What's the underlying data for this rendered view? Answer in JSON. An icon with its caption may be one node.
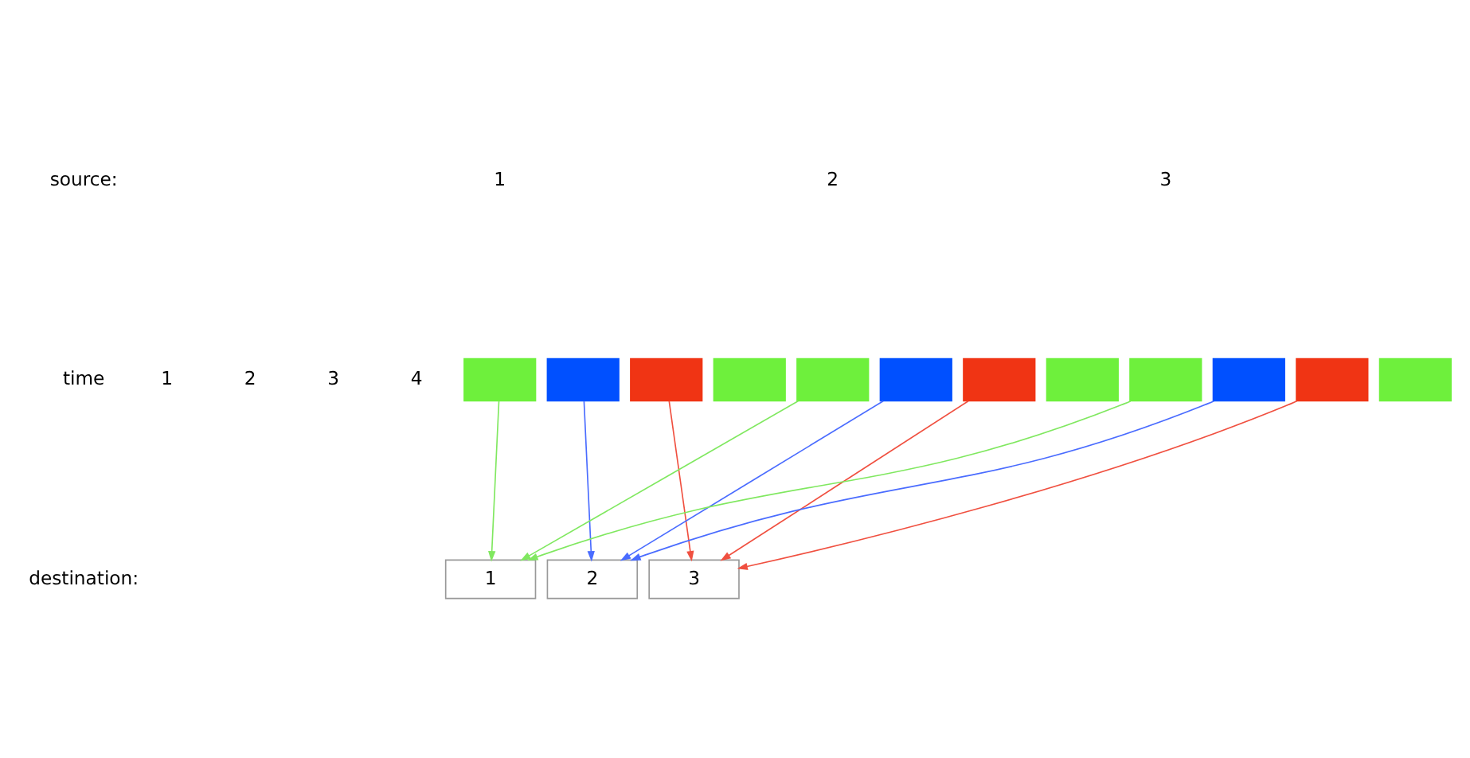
{
  "diagram": {
    "nodes": [
      {
        "text": [],
        "shape": "box"
      },
      {
        "text": [],
        "shape": "box"
      },
      {
        "text": [],
        "shape": "box"
      },
      {
        "text": [],
        "shape": "box"
      },
      {
        "text": [],
        "shape": "box"
      },
      {
        "text": [],
        "shape": "box"
      },
      {
        "text": [],
        "shape": "box"
      },
      {
        "text": [],
        "shape": "box"
      },
      {
        "text": [],
        "shape": "box"
      },
      {
        "text": [],
        "shape": "box"
      },
      {
        "text": [],
        "shape": "box"
      },
      {
        "text": [],
        "shape": "box"
      },
      {
        "text": [
          "1"
        ]
      },
      {
        "text": [
          "2"
        ]
      },
      {
        "text": [
          "3"
        ]
      }
    ],
    "edges": [
      {
        "from": 0,
        "to": 12,
        "arrow": "to",
        "color": "#80e860"
      },
      {
        "from": 1,
        "to": 13,
        "arrow": "to",
        "color": "#4a6cff"
      },
      {
        "from": 2,
        "to": 14,
        "arrow": "to",
        "color": "#f05040"
      },
      {
        "from": 4,
        "to": 12,
        "arrow": "to",
        "color": "#80e860"
      },
      {
        "from": 5,
        "to": 13,
        "arrow": "to",
        "color": "#4a6cff"
      },
      {
        "from": 6,
        "to": 14,
        "arrow": "to",
        "color": "#f05040"
      },
      {
        "from": 8,
        "to": 12,
        "arrow": "to",
        "color": "#80e860"
      },
      {
        "from": 9,
        "to": 13,
        "arrow": "to",
        "color": "#4a6cff"
      },
      {
        "from": 10,
        "to": 14,
        "arrow": "to",
        "color": "#f05040"
      }
    ],
    "labels": [
      "source:",
      "1",
      "2",
      "3",
      "time",
      "1",
      "2",
      "3",
      "4",
      "destination:"
    ]
  }
}
